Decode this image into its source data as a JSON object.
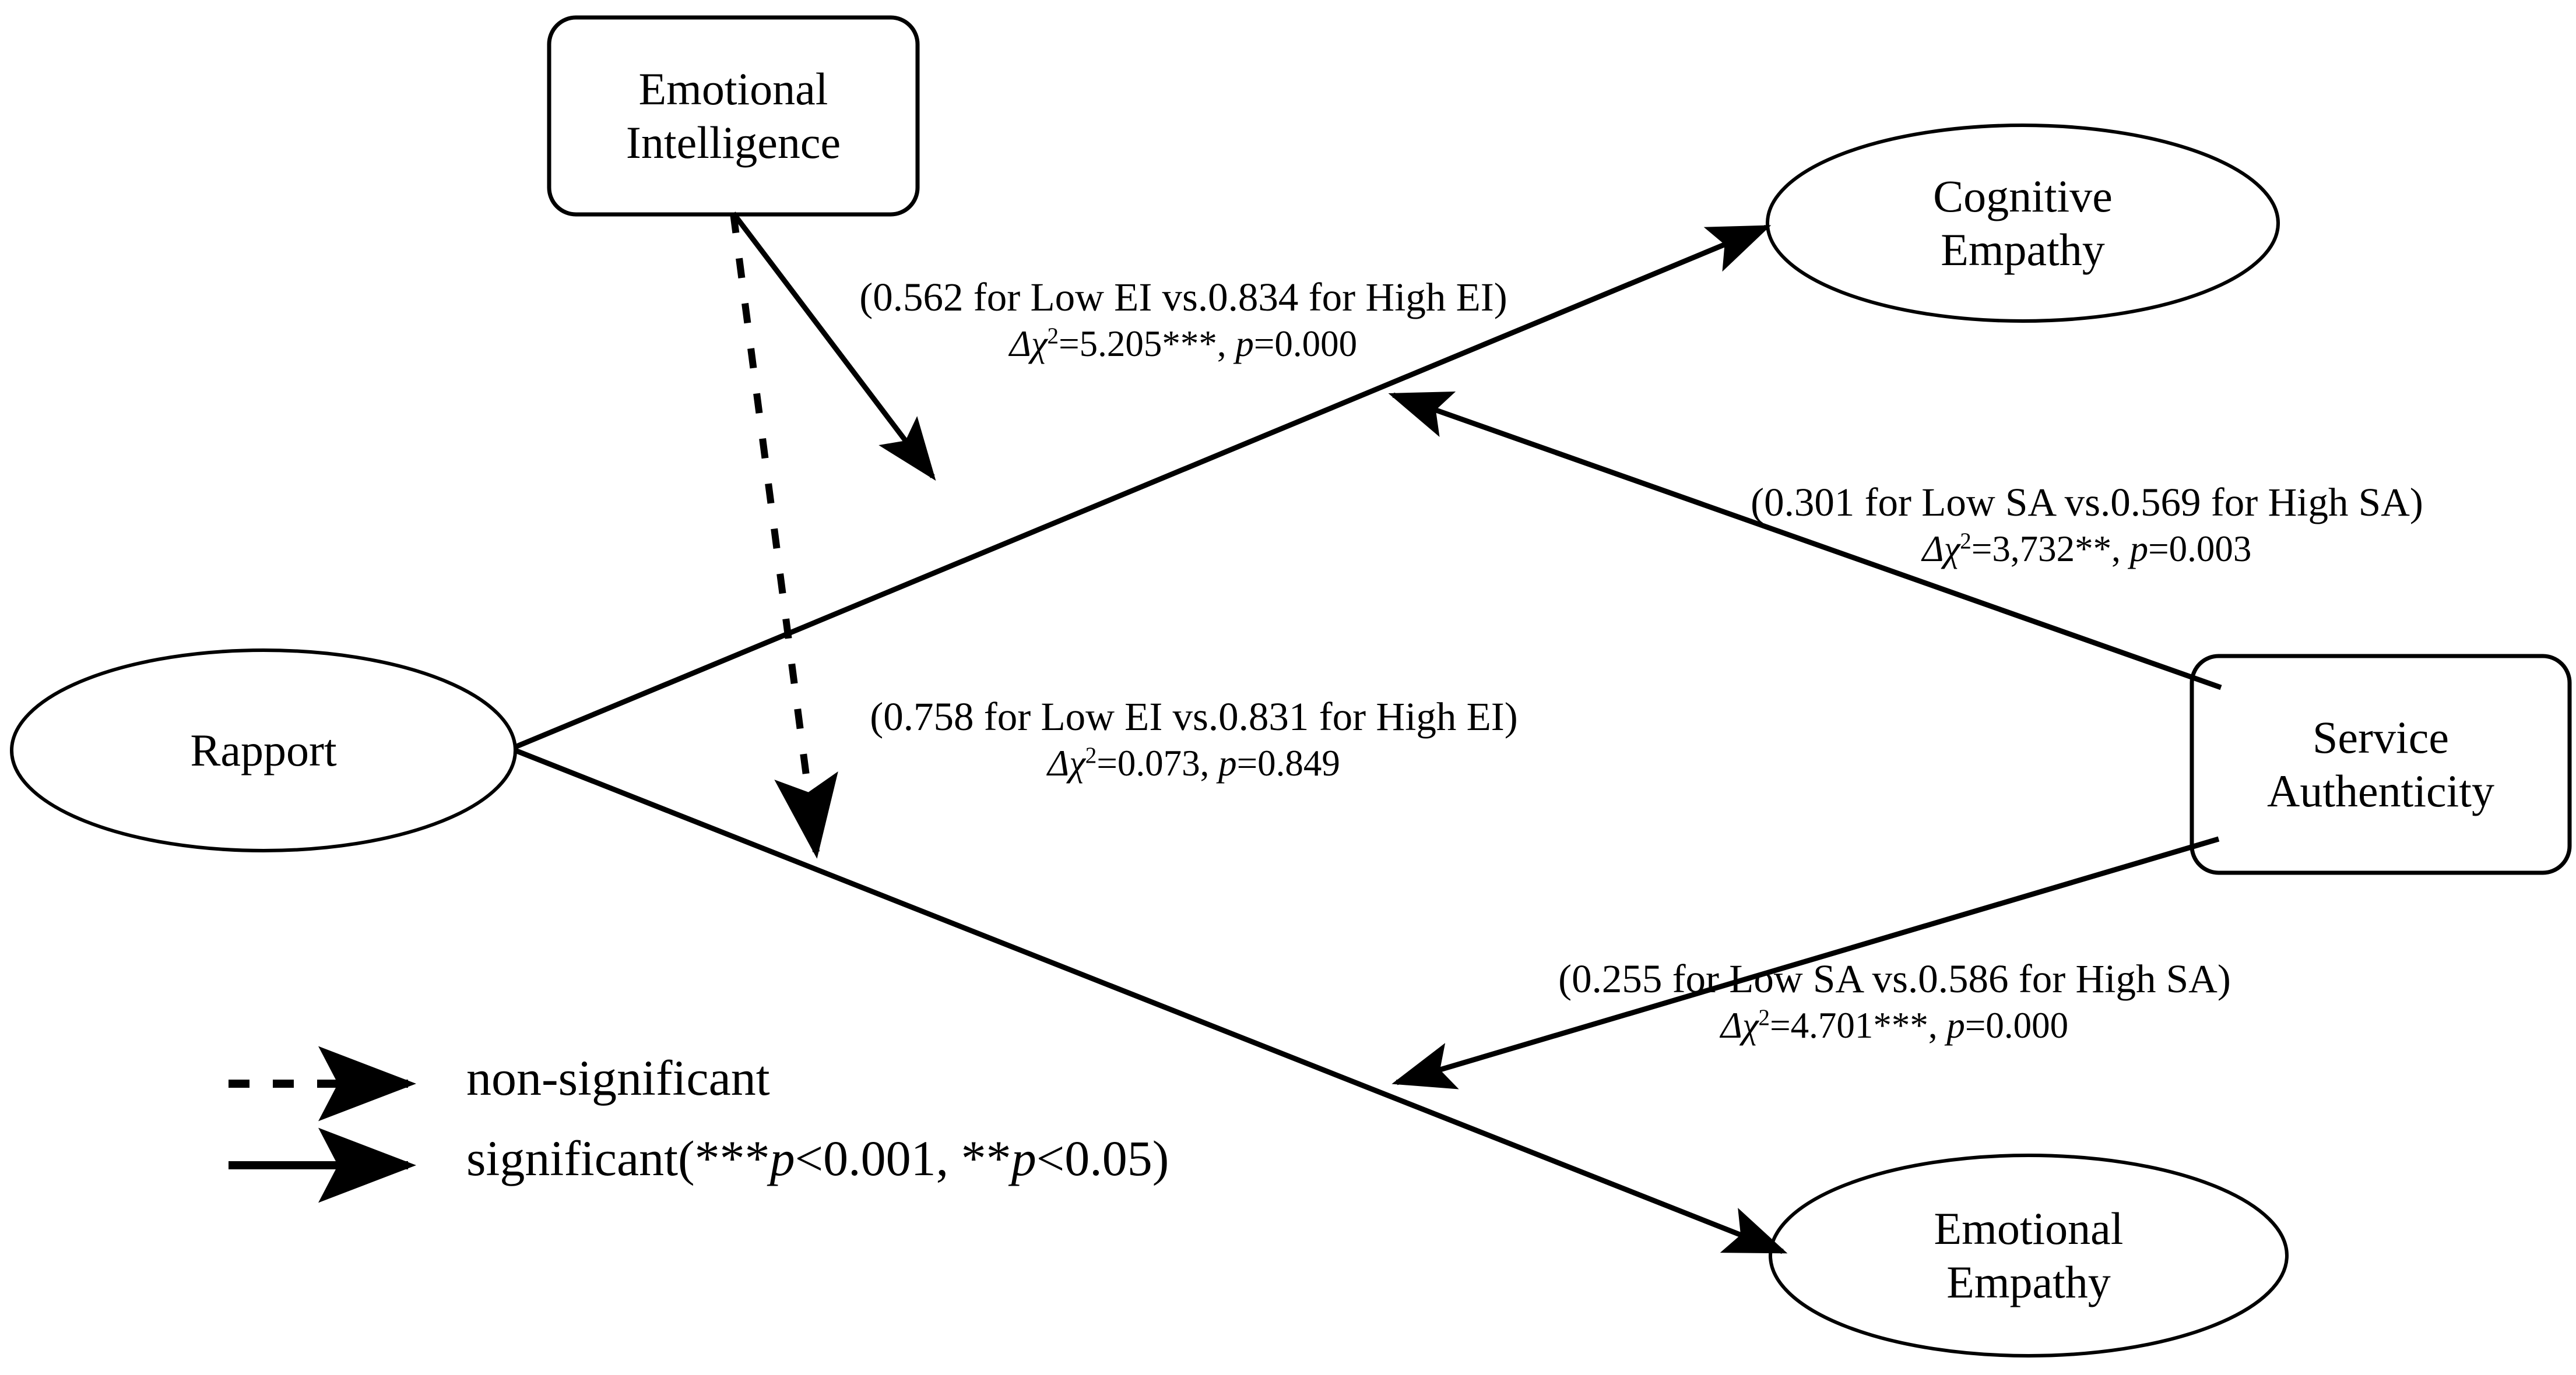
{
  "figure": {
    "type": "path-diagram",
    "description": "Moderated structural model of Rapport on Cognitive and Emotional Empathy, moderated by Emotional Intelligence and Service Authenticity"
  },
  "nodes": [
    {
      "id": "emotional-intelligence",
      "label": "Emotional\nIntelligence",
      "shape": "rounded-rect"
    },
    {
      "id": "cognitive-empathy",
      "label": "Cognitive\nEmpathy",
      "shape": "ellipse"
    },
    {
      "id": "rapport",
      "label": "Rapport",
      "shape": "ellipse"
    },
    {
      "id": "service-authenticity",
      "label": "Service\nAuthenticity",
      "shape": "rounded-rect"
    },
    {
      "id": "emotional-empathy",
      "label": "Emotional\nEmpathy",
      "shape": "ellipse"
    }
  ],
  "edge_labels": [
    {
      "id": "ei-on-rapport-cognitive",
      "line1": "(0.562 for Low EI vs.0.834 for High EI)",
      "delta": "Δχ",
      "sup": "2",
      "line2_rest": "=5.205***, ",
      "p": "p",
      "p_value": "=0.000"
    },
    {
      "id": "sa-on-rapport-cognitive",
      "line1": "(0.301 for Low SA vs.0.569 for High SA)",
      "delta": "Δχ",
      "sup": "2",
      "line2_rest": "=3,732**, ",
      "p": "p",
      "p_value": "=0.003"
    },
    {
      "id": "ei-on-rapport-emotional",
      "line1": "(0.758 for Low EI vs.0.831 for High EI)",
      "delta": "Δχ",
      "sup": "2",
      "line2_rest": "=0.073, ",
      "p": "p",
      "p_value": "=0.849"
    },
    {
      "id": "sa-on-rapport-emotional",
      "line1": "(0.255 for Low SA vs.0.586 for High SA)",
      "delta": "Δχ",
      "sup": "2",
      "line2_rest": "=4.701***, ",
      "p": "p",
      "p_value": "=0.000"
    }
  ],
  "legend": {
    "dashed_label": "non-significant",
    "solid_label_prefix": "significant(***",
    "solid_p1": "p",
    "solid_mid": "<0.001, **",
    "solid_p2": "p",
    "solid_suffix": "<0.05)"
  },
  "colors": {
    "stroke": "#000000",
    "background": "#ffffff",
    "text": "#000000"
  }
}
